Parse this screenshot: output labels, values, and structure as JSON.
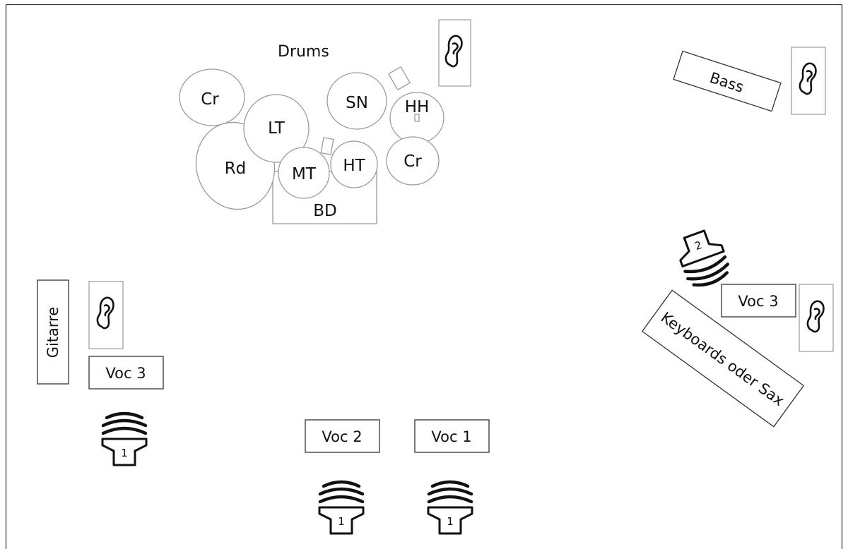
{
  "drums": {
    "title": "Drums",
    "pieces": {
      "crash_left": "Cr",
      "low_tom": "LT",
      "ride": "Rd",
      "mid_tom": "MT",
      "high_tom": "HT",
      "snare": "SN",
      "hihat": "HH",
      "crash_right": "Cr",
      "bass_drum": "BD"
    }
  },
  "instruments": {
    "bass": "Bass",
    "gitarre": "Gitarre",
    "keyboards": "Keyboards oder Sax"
  },
  "vocals": {
    "voc3_left": "Voc 3",
    "voc3_right": "Voc 3",
    "voc2": "Voc 2",
    "voc1": "Voc 1"
  },
  "monitors": {
    "guitar": "1",
    "voc2": "1",
    "voc1": "1",
    "keys": "2"
  },
  "icons": {
    "in_ear": "ear-icon",
    "wedge": "monitor-wedge-icon"
  },
  "colors": {
    "line": "#111111",
    "drum_outline": "#9a9a9a",
    "frame": "#999999",
    "background": "#ffffff"
  }
}
